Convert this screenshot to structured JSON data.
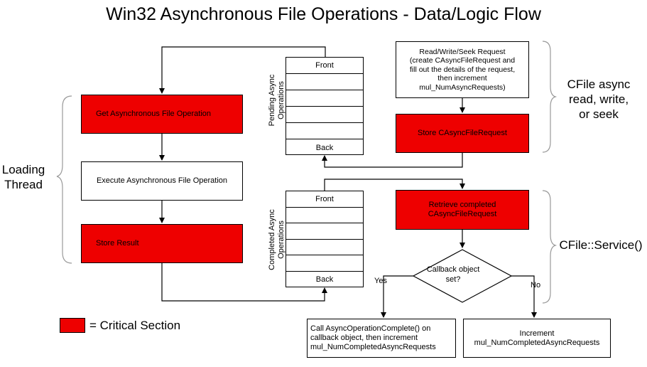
{
  "title": "Win32 Asynchronous File Operations - Data/Logic Flow",
  "colors": {
    "critical": "#ee0000",
    "line": "#000000"
  },
  "loading_thread": {
    "label": "Loading\nThread",
    "get_op": "Get Asynchronous File Operation",
    "execute_op": "Execute Asynchronous File Operation",
    "store_result": "Store Result"
  },
  "pending_queue": {
    "label": "Pending Async\nOperations",
    "front": "Front",
    "back": "Back"
  },
  "completed_queue": {
    "label": "Completed Async\nOperations",
    "front": "Front",
    "back": "Back"
  },
  "cfile_async": {
    "label": "CFile async\nread, write,\nor seek",
    "request": "Read/Write/Seek Request\n(create CAsyncFileRequest and\nfill out the details of the request,\nthen increment\nmul_NumAsyncRequests)",
    "store": "Store CAsyncFileRequest"
  },
  "cfile_service": {
    "label": "CFile::Service()",
    "retrieve": "Retrieve completed\nCAsyncFileRequest",
    "decision": "Callback object\nset?",
    "yes": "Yes",
    "no": "No",
    "call_complete": "Call AsyncOperationComplete() on\ncallback object, then increment\nmul_NumCompletedAsyncRequests",
    "increment": "Increment\nmul_NumCompletedAsyncRequests"
  },
  "legend": {
    "label": "= Critical Section"
  }
}
